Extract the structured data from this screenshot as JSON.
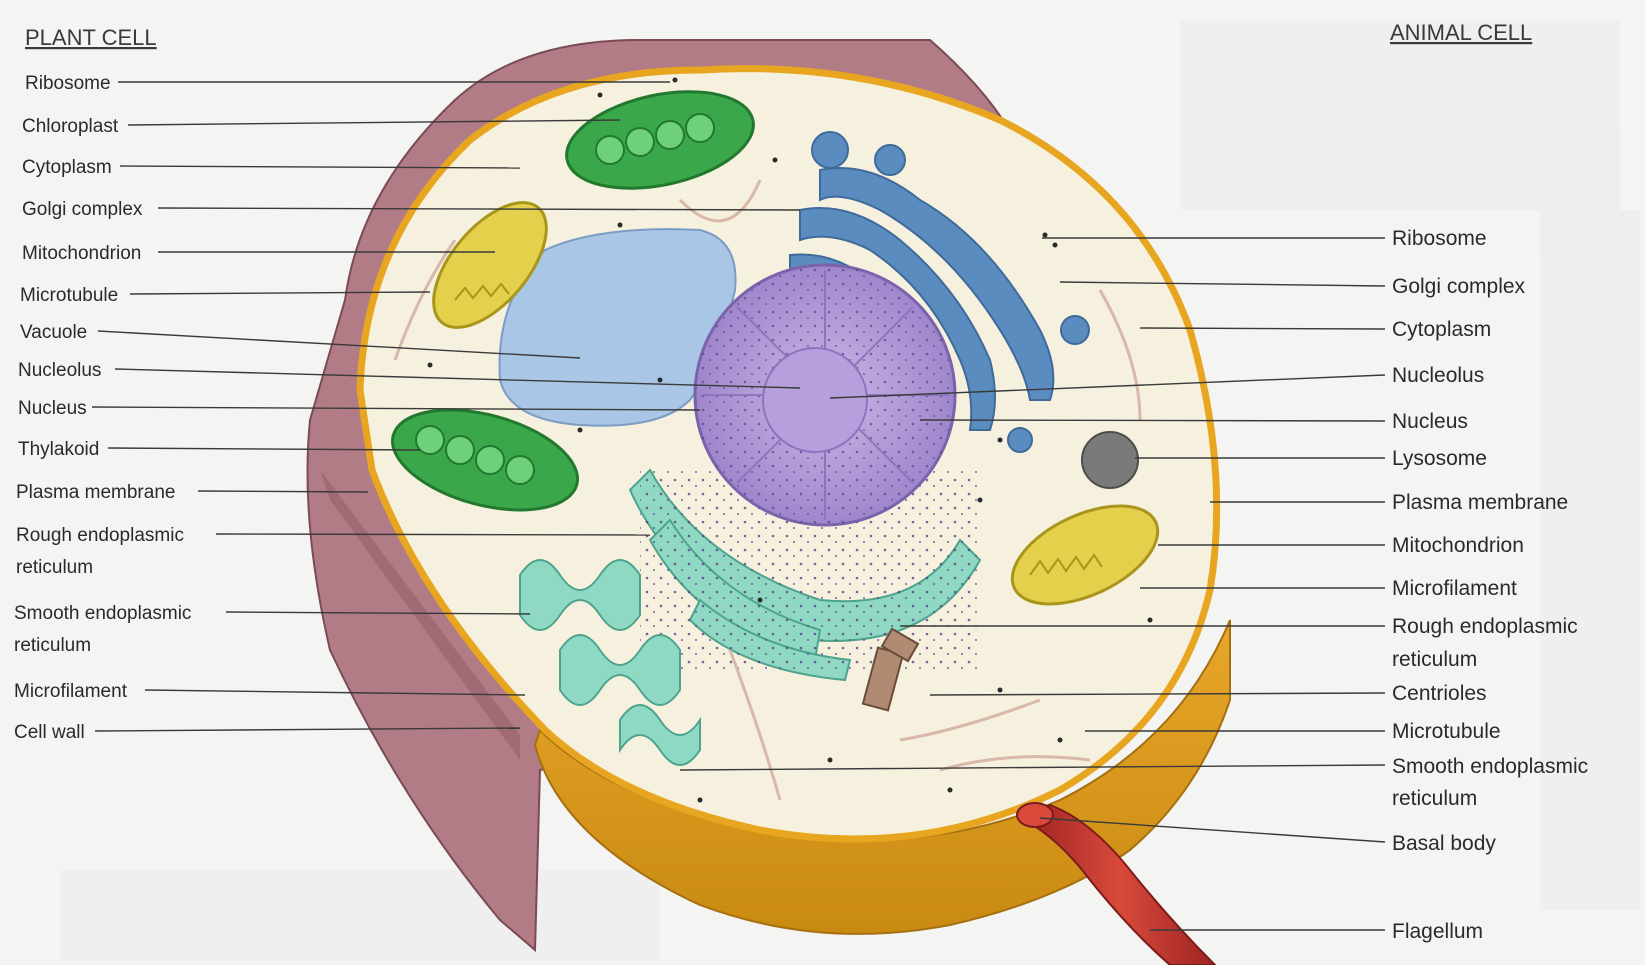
{
  "plant_cell": {
    "heading": "PLANT CELL",
    "labels": [
      {
        "text": "Ribosome"
      },
      {
        "text": "Chloroplast"
      },
      {
        "text": "Cytoplasm"
      },
      {
        "text": "Golgi complex"
      },
      {
        "text": "Mitochondrion"
      },
      {
        "text": "Microtubule"
      },
      {
        "text": "Vacuole"
      },
      {
        "text": "Nucleolus"
      },
      {
        "text": "Nucleus"
      },
      {
        "text": "Thylakoid"
      },
      {
        "text": "Plasma membrane"
      },
      {
        "text": "Rough endoplasmic",
        "line2": "reticulum"
      },
      {
        "text": "Smooth endoplasmic",
        "line2": "reticulum"
      },
      {
        "text": "Microfilament"
      },
      {
        "text": "Cell wall"
      }
    ]
  },
  "animal_cell": {
    "heading": "ANIMAL CELL",
    "labels": [
      {
        "text": "Ribosome"
      },
      {
        "text": "Golgi complex"
      },
      {
        "text": "Cytoplasm"
      },
      {
        "text": "Nucleolus"
      },
      {
        "text": "Nucleus"
      },
      {
        "text": "Lysosome"
      },
      {
        "text": "Plasma membrane"
      },
      {
        "text": "Mitochondrion"
      },
      {
        "text": "Microfilament"
      },
      {
        "text": "Rough endoplasmic",
        "line2": "reticulum"
      },
      {
        "text": "Centrioles"
      },
      {
        "text": "Microtubule"
      },
      {
        "text": "Smooth endoplasmic",
        "line2": "reticulum"
      },
      {
        "text": "Basal body"
      },
      {
        "text": "Flagellum"
      }
    ]
  },
  "colors": {
    "cell_wall": "#a8707a",
    "cytoplasm": "#f6f0df",
    "membrane": "#e9a520",
    "chloroplast": "#3aa84a",
    "mitochondrion": "#e4d04a",
    "vacuole": "#a9c6e6",
    "nucleus": "#b7a0d8",
    "golgi": "#5a8cc0",
    "er": "#8fd9c4",
    "lysosome": "#7a7a7a",
    "flagellum": "#c0392b"
  }
}
